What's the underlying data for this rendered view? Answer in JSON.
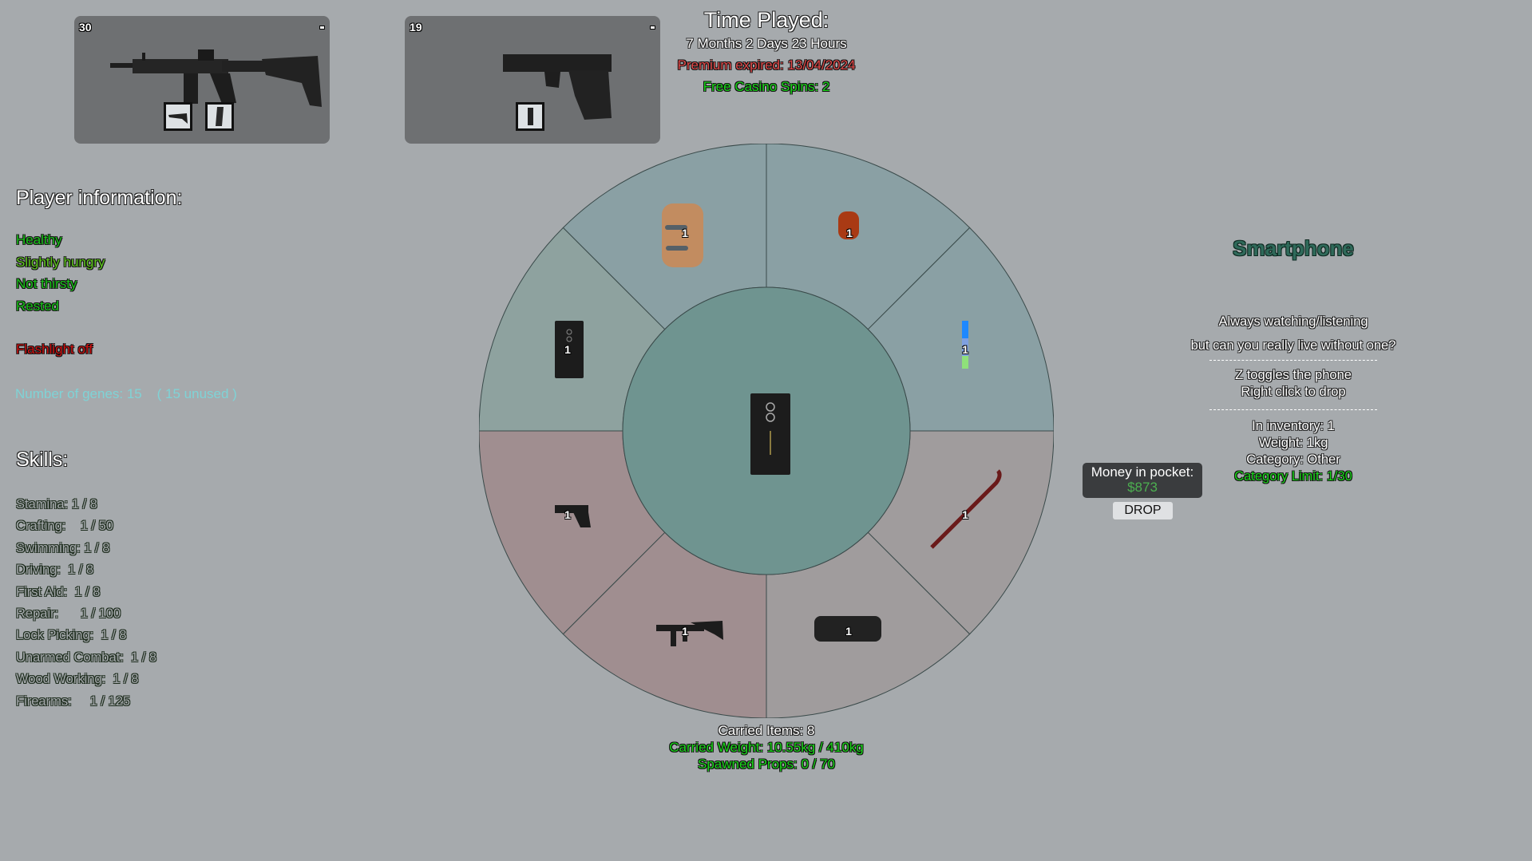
{
  "weapons": [
    {
      "name": "Assault Rifle",
      "ammo": "30",
      "icon": "assault-rifle-icon",
      "attachments": [
        "stock-attachment-icon",
        "magazine-attachment-icon"
      ]
    },
    {
      "name": "Pistol",
      "ammo": "19",
      "icon": "pistol-icon",
      "attachments": [
        "pistol-magazine-icon"
      ]
    }
  ],
  "header": {
    "time_played_title": "Time Played:",
    "time_played_value": "7 Months 2 Days 23 Hours",
    "premium": "Premium expired: 13/04/2024",
    "casino_spins": "Free Casino Spins: 2"
  },
  "player_info": {
    "title": "Player information:",
    "status": [
      {
        "text": "Healthy",
        "color": "#19c419"
      },
      {
        "text": "Slightly hungry",
        "color": "#5fc81e"
      },
      {
        "text": "Not thirsty",
        "color": "#19c419"
      },
      {
        "text": "Rested",
        "color": "#19c419"
      }
    ],
    "flashlight": {
      "text": "Flashlight off",
      "color": "#d01010"
    },
    "genes": "Number of genes: 15    ( 15 unused )"
  },
  "skills": {
    "title": "Skills:",
    "items": [
      "Stamina: 1 / 8",
      "Crafting:    1 / 50",
      "Swimming: 1 / 8",
      "Driving:  1 / 8",
      "First Aid:  1 / 8",
      "Repair:      1 / 100",
      "Lock Picking:  1 / 8",
      "Unarmed Combat:  1 / 8",
      "Wood Working:  1 / 8",
      "Firearms:     1 / 125"
    ]
  },
  "wheel": {
    "center_item": {
      "name": "Smartphone",
      "icon": "smartphone-icon"
    },
    "segments": [
      {
        "name": "Bandage",
        "icon": "bandage-icon",
        "count": "1",
        "color": "#8aa0a4"
      },
      {
        "name": "Medkit roll",
        "icon": "red-roll-icon",
        "count": "1",
        "color": "#8aa0a4"
      },
      {
        "name": "Syringe",
        "icon": "syringe-icon",
        "count": "1",
        "color": "#8aa0a4"
      },
      {
        "name": "Crowbar",
        "icon": "crowbar-icon",
        "count": "1",
        "color": "#a09c9d"
      },
      {
        "name": "Black case",
        "icon": "black-case-icon",
        "count": "1",
        "color": "#a09c9d"
      },
      {
        "name": "Assault Rifle",
        "icon": "assault-rifle-icon",
        "count": "1",
        "color": "#a08e90"
      },
      {
        "name": "Pistol",
        "icon": "pistol-icon",
        "count": "1",
        "color": "#a08e90"
      },
      {
        "name": "Smartphone",
        "icon": "smartphone-icon",
        "count": "1",
        "color": "#8ea29f"
      }
    ],
    "inner_color": "#6f9490"
  },
  "bottom_stats": {
    "carried_items": "Carried Items: 8",
    "carried_weight": "Carried Weight: 10.55kg / 410kg",
    "spawned_props": "Spawned Props: 0 / 70"
  },
  "item_info": {
    "title": "Smartphone",
    "desc1": "Always watching/listening",
    "desc2": "but can you really live without one?",
    "hint1": "Z toggles the phone",
    "hint2": "Right click to drop",
    "in_inventory": "In inventory: 1",
    "weight": "Weight: 1kg",
    "category": "Category: Other",
    "category_limit": "Category Limit: 1/30"
  },
  "money": {
    "label": "Money in pocket:",
    "amount": "$873",
    "drop_label": "DROP"
  }
}
